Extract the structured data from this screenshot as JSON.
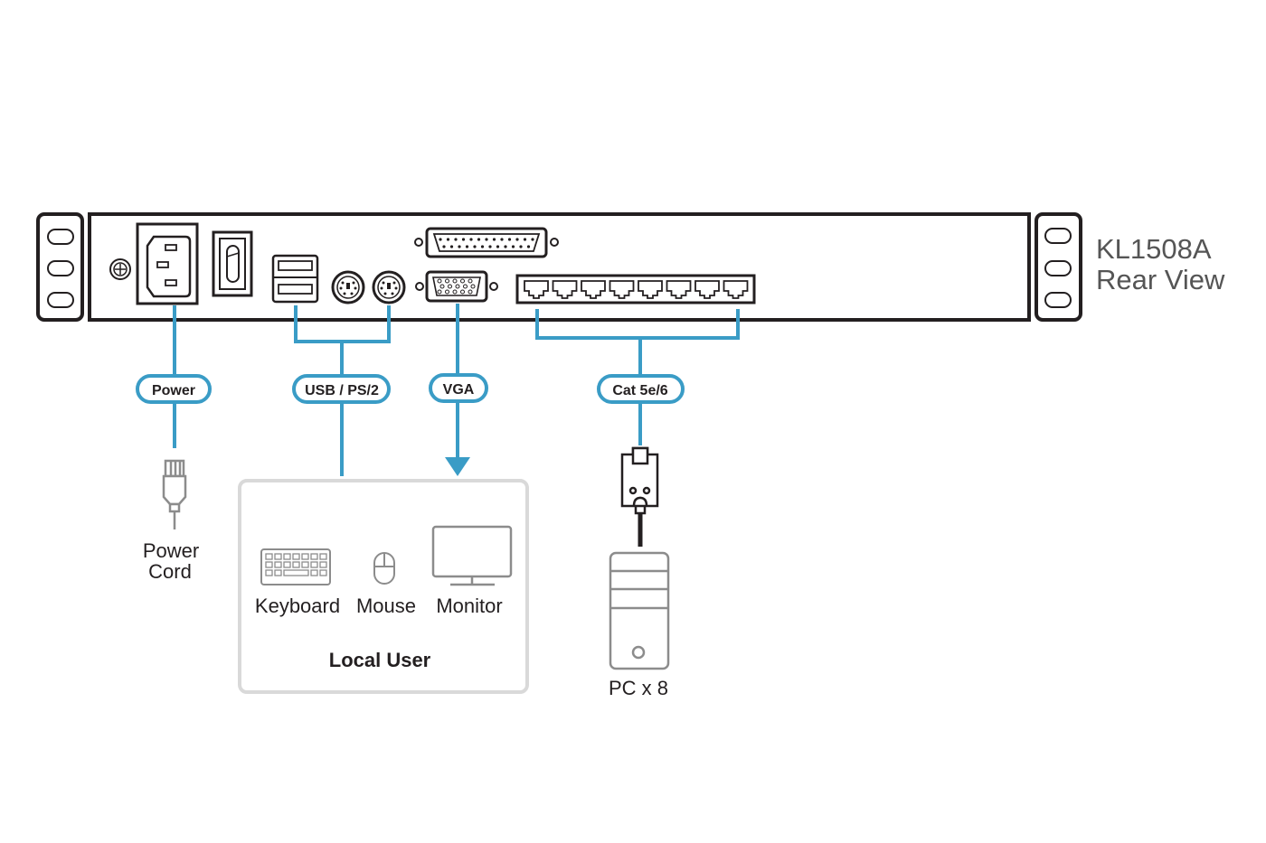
{
  "title": {
    "model": "KL1508A",
    "view": "Rear View"
  },
  "colors": {
    "cable": "#3a9cc6",
    "outline": "#231f20",
    "icon_gray": "#8c8c8c",
    "box_border": "#d9d9d9"
  },
  "ports": {
    "ground": "ground-screw",
    "power_inlet": "power-inlet",
    "power_switch": "power-switch",
    "usb_ports": 2,
    "ps2_ports": 2,
    "serial_db25": "db25-port",
    "vga": "vga-port",
    "rj45_count": 8
  },
  "cable_labels": {
    "power": "Power",
    "usb_ps2": "USB / PS/2",
    "vga": "VGA",
    "cat": "Cat 5e/6"
  },
  "devices": {
    "power_cord": [
      "Power",
      "Cord"
    ],
    "keyboard": "Keyboard",
    "mouse": "Mouse",
    "monitor": "Monitor",
    "local_user": "Local User",
    "pc": "PC x 8"
  }
}
